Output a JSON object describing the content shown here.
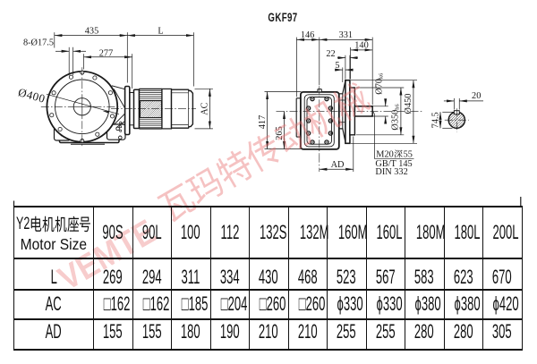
{
  "title": "GKF97",
  "colors": {
    "ink": "#1a1a1a",
    "watermark": "#e87070"
  },
  "watermark": {
    "latin": "VEMTE",
    "cjk": "瓦玛特传动机械"
  },
  "front_view": {
    "dim_total_length": "435",
    "dim_motor_length": "L",
    "dim_bolt_holes": "8-Ø17.5",
    "dim_center_to_face": "277",
    "dim_flange_diameter": "Ø400",
    "dim_motor_diameter": "AC"
  },
  "side_view": {
    "dim_left_of_axis": "146",
    "dim_axis_to_shaft_end": "331",
    "dim_shaft_length": "140",
    "dim_flange_thickness": "22",
    "dim_spigot_step": "5",
    "dim_total_height": "417",
    "dim_axis_to_bottom": "265",
    "dim_axis_to_face": "AD",
    "dim_shaft_diameter": "Ø70",
    "shaft_tolerance": "k6",
    "dim_spigot_diameter": "Ø350",
    "spigot_tolerance": "h6",
    "dim_flange_od": "Ø450",
    "note_tap_prefix": "M20",
    "note_tap_cjk": "深",
    "note_tap_suffix": "55",
    "note_std_gb": "GB/T 145",
    "note_std_din": "DIN 332"
  },
  "section_view": {
    "dim_key_width": "20",
    "dim_key_height": "74.5"
  },
  "table": {
    "header": {
      "row_label_prefix": "Y2",
      "row_label_cjk": "电机机座号",
      "row_label_en": "Motor Size",
      "columns": [
        "90S",
        "90L",
        "100",
        "112",
        "132S",
        "132M",
        "160M",
        "160L",
        "180M",
        "180L",
        "200L"
      ]
    },
    "rows": [
      {
        "label": "L",
        "values": [
          "269",
          "294",
          "311",
          "334",
          "430",
          "468",
          "523",
          "567",
          "583",
          "623",
          "670"
        ]
      },
      {
        "label": "AC",
        "values": [
          "□162",
          "□162",
          "□185",
          "□204",
          "□260",
          "□260",
          "ϕ330",
          "ϕ330",
          "ϕ380",
          "ϕ380",
          "ϕ420"
        ]
      },
      {
        "label": "AD",
        "values": [
          "155",
          "155",
          "180",
          "190",
          "210",
          "210",
          "255",
          "255",
          "280",
          "280",
          "305"
        ]
      }
    ]
  }
}
